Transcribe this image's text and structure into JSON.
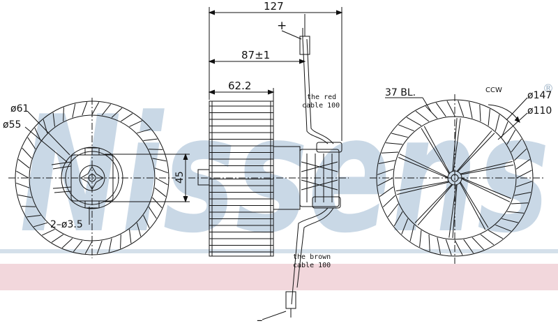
{
  "watermark": {
    "text": "Nissens",
    "registered": "®",
    "color": "#c9d8e6",
    "band_color": "#f2d7dc"
  },
  "dimensions": {
    "overall_width": "127",
    "cable_offset": "87±1",
    "wheel_width": "62.2",
    "mount_spacing": "45",
    "outer_diameter": "ø147",
    "inner_diameter": "ø110",
    "hub_outer": "ø61",
    "hub_inner": "ø55",
    "holes": "2–ø3.5",
    "blade_count": "37 BL.",
    "rotation": "CCW"
  },
  "cables": {
    "positive_sign": "+",
    "negative_sign": "–",
    "red_line1": "the red",
    "red_line2": "cable 100",
    "brown_line1": "the brown",
    "brown_line2": "cable 100"
  },
  "colors": {
    "line": "#111111"
  }
}
